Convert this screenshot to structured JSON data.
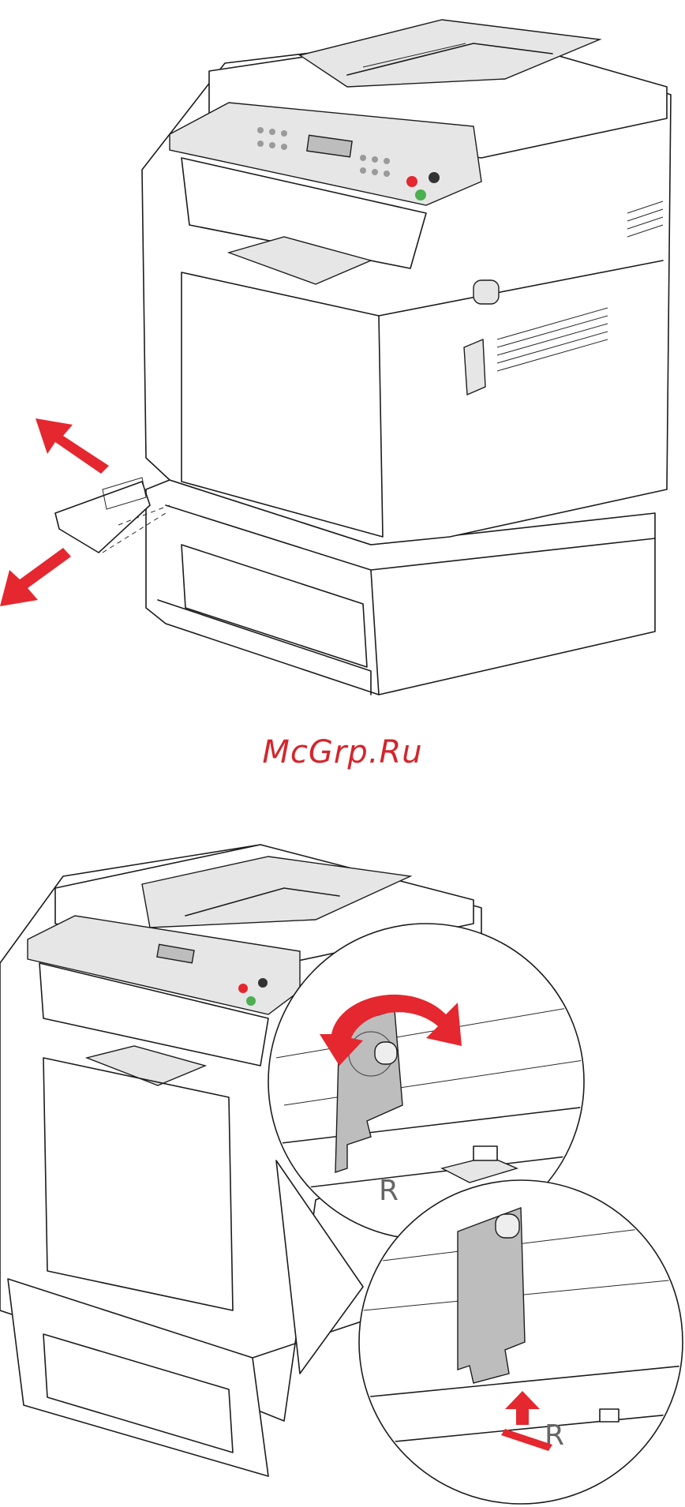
{
  "watermark": {
    "text": "McGrp.Ru"
  },
  "figure_top": {
    "callout_letter": ""
  },
  "figure_bottom": {
    "marker_letter_top": "R",
    "marker_letter_bottom": "R"
  },
  "colors": {
    "arrow": "#e5272f",
    "watermark": "#d4262c",
    "plate": "#bdbdbd"
  }
}
